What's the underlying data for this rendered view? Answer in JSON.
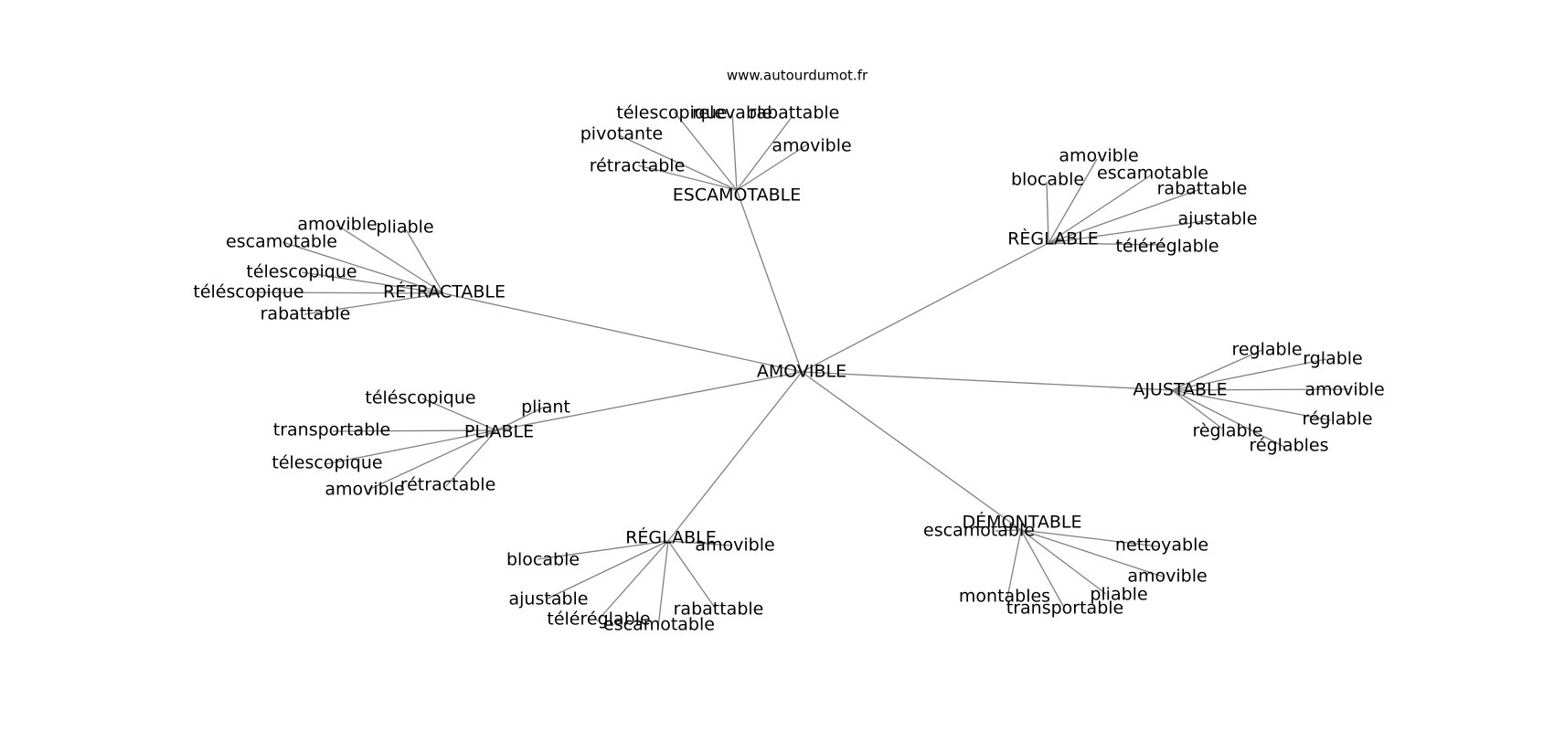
{
  "source": "www.autourdumot.fr",
  "colors": {
    "edge": "#808080",
    "text": "#000000",
    "background": "#ffffff"
  },
  "graph": {
    "root": "AMOVIBLE",
    "branches": [
      {
        "label": "ESCAMOTABLE",
        "children": [
          "télescopique",
          "relevable",
          "rabattable",
          "pivotante",
          "amovible",
          "rétractable"
        ]
      },
      {
        "label": "RÈGLABLE",
        "children": [
          "amovible",
          "blocable",
          "escamotable",
          "rabattable",
          "ajustable",
          "téléréglable"
        ]
      },
      {
        "label": "RÉTRACTABLE",
        "children": [
          "amovible",
          "pliable",
          "escamotable",
          "télescopique",
          "téléscopique",
          "rabattable"
        ]
      },
      {
        "label": "AJUSTABLE",
        "children": [
          "reglable",
          "rglable",
          "amovible",
          "réglable",
          "règlable",
          "réglables"
        ]
      },
      {
        "label": "PLIABLE",
        "children": [
          "téléscopique",
          "pliant",
          "transportable",
          "télescopique",
          "amovible",
          "rétractable"
        ]
      },
      {
        "label": "RÉGLABLE",
        "children": [
          "amovible",
          "blocable",
          "ajustable",
          "téléréglable",
          "rabattable",
          "escamotable"
        ]
      },
      {
        "label": "DÉMONTABLE",
        "children": [
          "escamotable",
          "nettoyable",
          "amovible",
          "montables",
          "pliable",
          "transportable"
        ]
      }
    ]
  }
}
